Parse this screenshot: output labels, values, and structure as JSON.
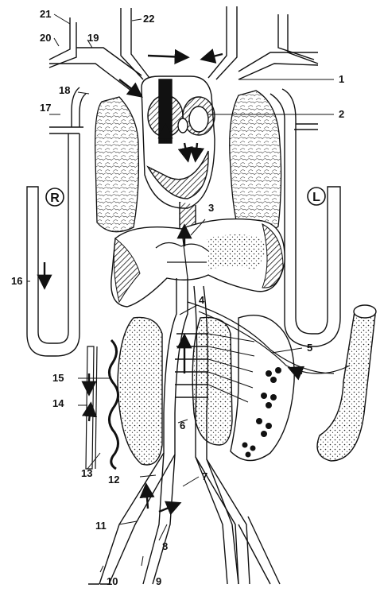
{
  "diagram": {
    "side_markers": {
      "right": "R",
      "left": "L"
    },
    "callouts": [
      "1",
      "2",
      "3",
      "4",
      "5",
      "6",
      "7",
      "8",
      "9",
      "10",
      "11",
      "12",
      "13",
      "14",
      "15",
      "16",
      "17",
      "18",
      "19",
      "20",
      "21",
      "22"
    ]
  }
}
